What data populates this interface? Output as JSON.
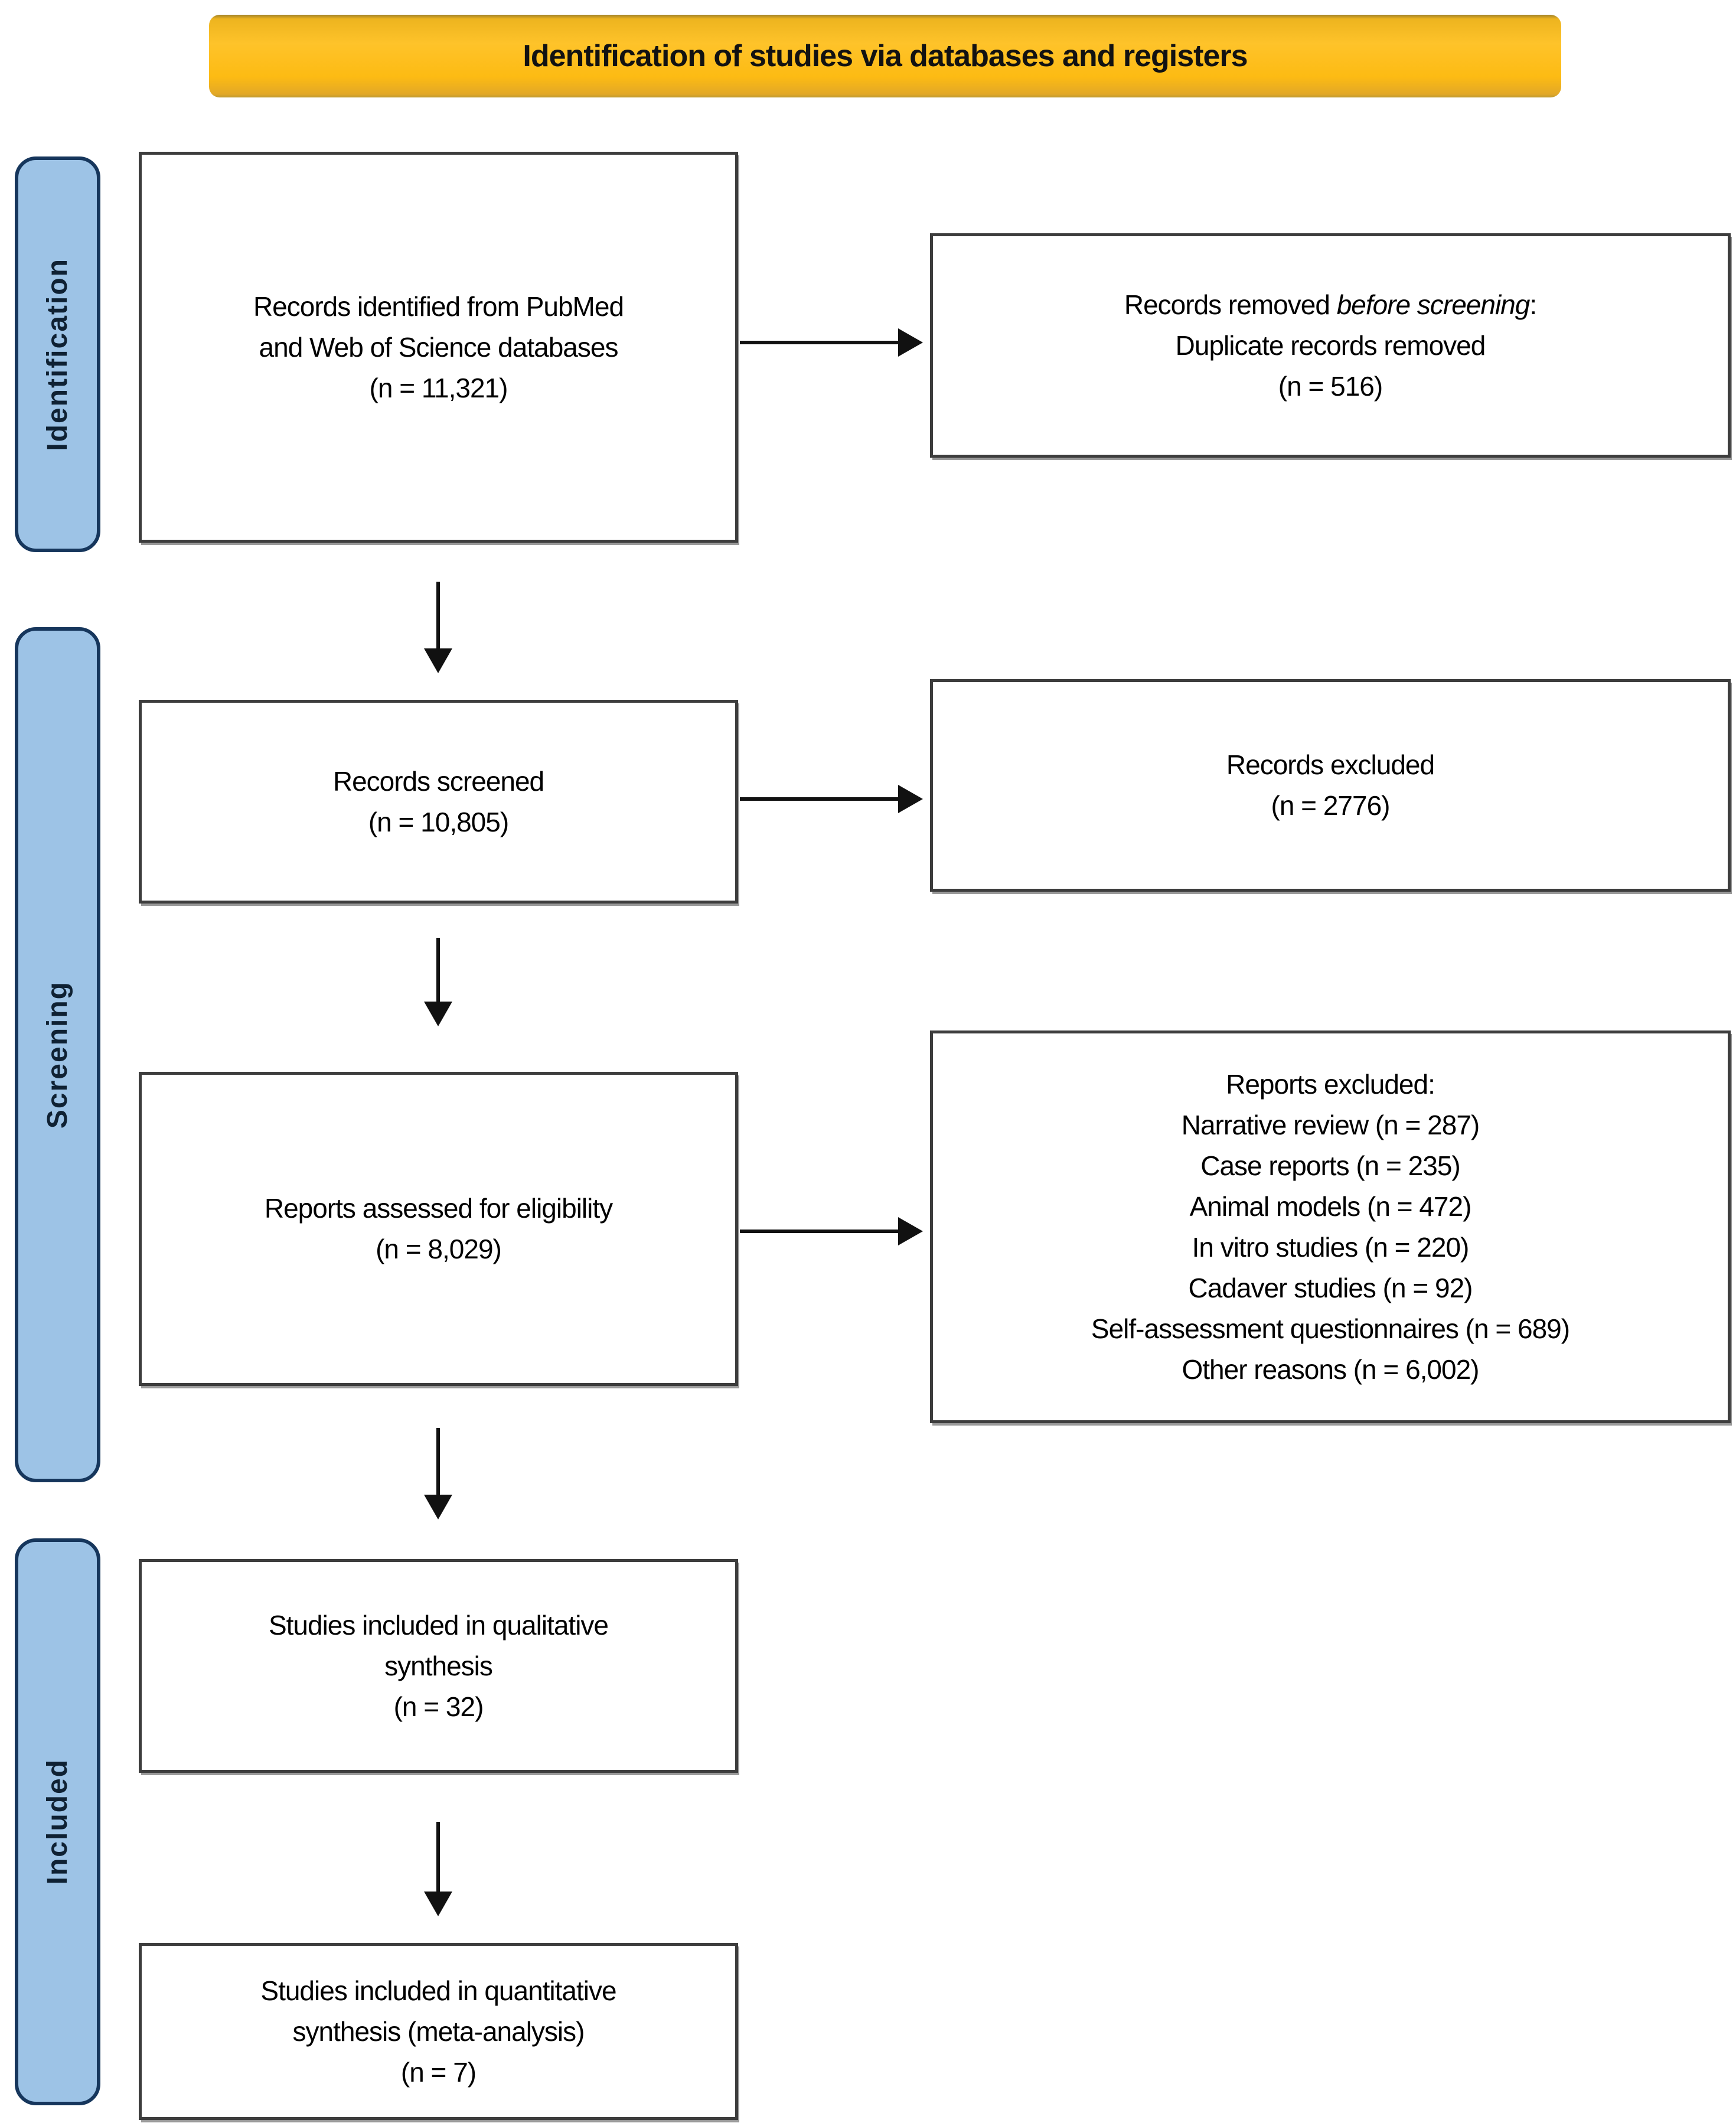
{
  "title": "Identification of studies via databases and registers",
  "colors": {
    "banner_fill": "#FDBB13",
    "stage_fill": "#9DC3E6",
    "stage_border": "#16365C",
    "box_border": "#3D3D3D",
    "arrow": "#111111",
    "text": "#000000"
  },
  "stages": {
    "identification": "Identification",
    "screening": "Screening",
    "included": "Included"
  },
  "boxes": {
    "records_identified": {
      "lines": [
        "Records identified from PubMed",
        "and Web of Science databases",
        "(n = 11,321)"
      ]
    },
    "records_removed": {
      "line1_prefix": "Records removed ",
      "line1_italic": "before screening",
      "line1_suffix": ":",
      "lines": [
        "Duplicate records removed",
        "(n = 516)"
      ]
    },
    "records_screened": {
      "lines": [
        "Records screened",
        "(n = 10,805)"
      ]
    },
    "records_excluded": {
      "lines": [
        "Records excluded",
        "(n = 2776)"
      ]
    },
    "reports_assessed": {
      "lines": [
        "Reports assessed for eligibility",
        "(n = 8,029)"
      ]
    },
    "reports_excluded": {
      "lines": [
        "Reports excluded:",
        "Narrative review (n = 287)",
        "Case reports (n = 235)",
        "Animal models (n = 472)",
        "In vitro studies (n = 220)",
        "Cadaver studies (n = 92)",
        "Self-assessment questionnaires (n = 689)",
        "Other reasons (n = 6,002)"
      ]
    },
    "qualitative": {
      "lines": [
        "Studies included in qualitative",
        "synthesis",
        "(n = 32)"
      ]
    },
    "quantitative": {
      "lines": [
        "Studies included in quantitative",
        "synthesis (meta-analysis)",
        "(n = 7)"
      ]
    }
  }
}
